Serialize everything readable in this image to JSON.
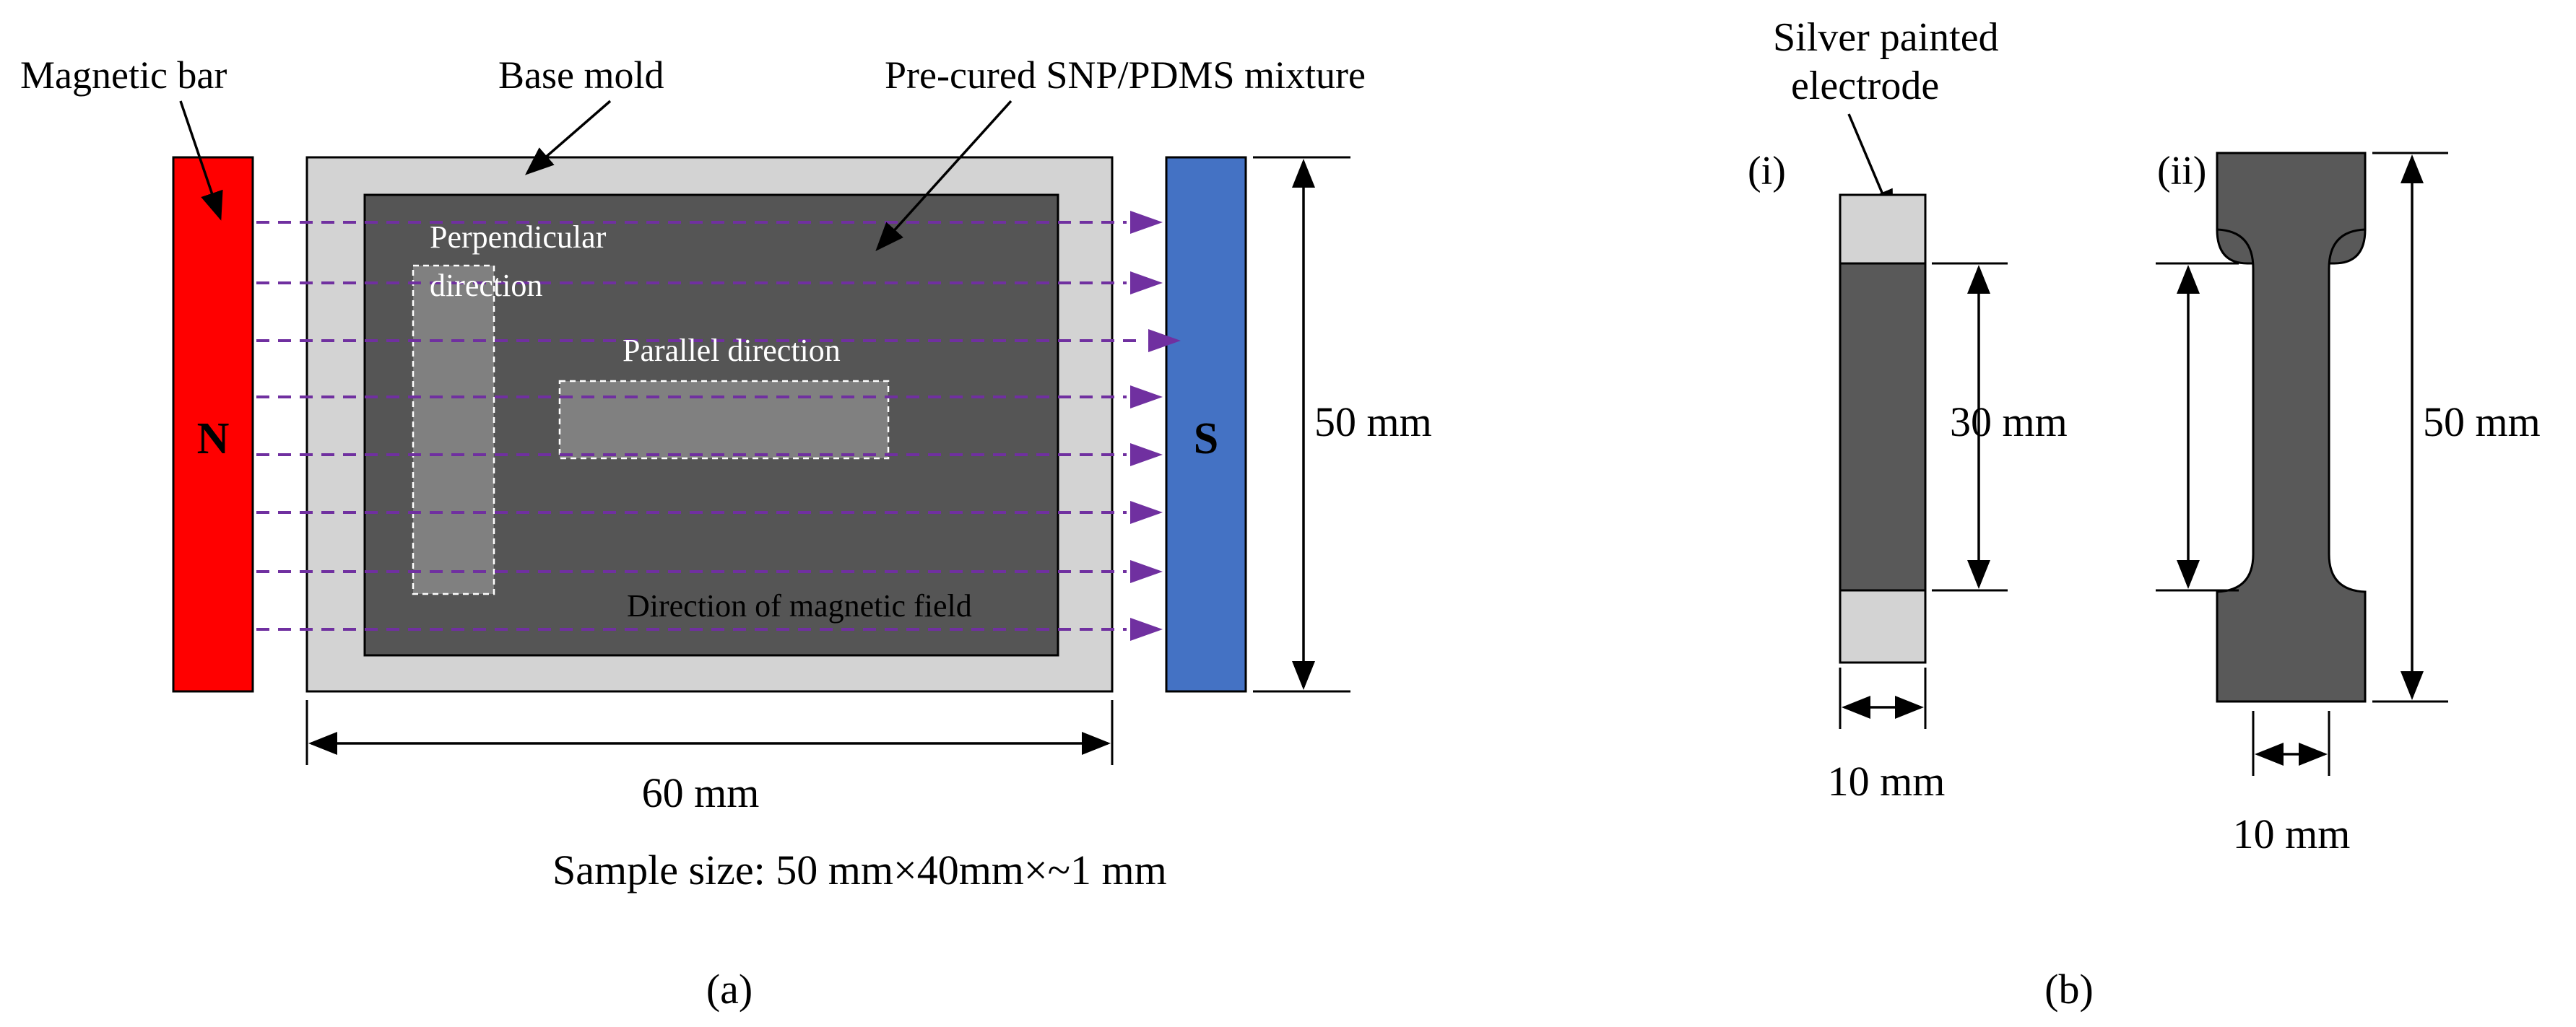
{
  "panel_a": {
    "label_magnetic_bar": "Magnetic bar",
    "label_base_mold": "Base mold",
    "label_mixture": "Pre-cured SNP/PDMS mixture",
    "pole_n": "N",
    "pole_s": "S",
    "label_perpendicular_1": "Perpendicular",
    "label_perpendicular_2": "direction",
    "label_parallel": "Parallel direction",
    "label_field": "Direction of magnetic field",
    "dim_height": "50 mm",
    "dim_width": "60 mm",
    "sample_size": "Sample size: 50 mm×40mm×~1 mm",
    "caption": "(a)"
  },
  "panel_b": {
    "label_electrode_1": "Silver painted",
    "label_electrode_2": "electrode",
    "label_i": "(i)",
    "label_ii": "(ii)",
    "dim_i_length": "30 mm",
    "dim_i_width": "10 mm",
    "dim_ii_gauge": "",
    "dim_ii_length": "50 mm",
    "dim_ii_width": "10 mm",
    "caption": "(b)"
  },
  "colors": {
    "magnet_n": "#ff0000",
    "magnet_s": "#4472c4",
    "mold": "#d3d3d3",
    "mixture": "#555555",
    "sample_strip": "#808080",
    "field_lines": "#7030a0",
    "electrode": "#d3d3d3",
    "specimen": "#595959"
  }
}
